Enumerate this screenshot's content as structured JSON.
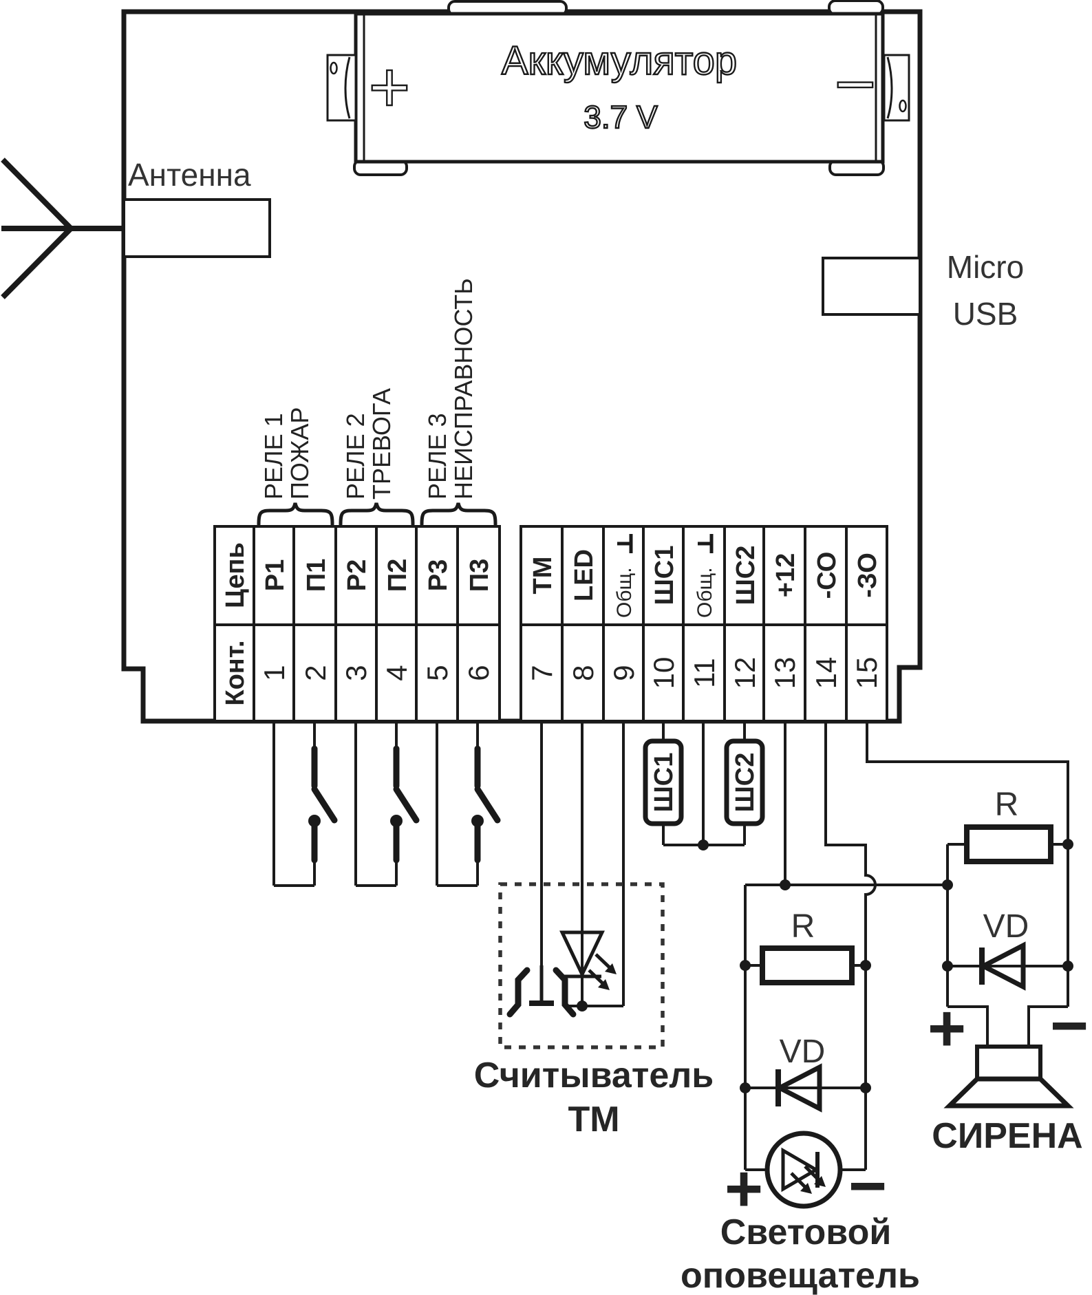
{
  "battery": {
    "label": "Аккумулятор",
    "voltage": "3.7 V",
    "plus": "+",
    "minus": "−"
  },
  "antenna": {
    "label": "Антенна"
  },
  "usb": {
    "line1": "Micro",
    "line2": "USB"
  },
  "relay_labels": [
    {
      "line1": "РЕЛЕ 1",
      "line2": "ПОЖАР"
    },
    {
      "line1": "РЕЛЕ 2",
      "line2": "ТРЕВОГА"
    },
    {
      "line1": "РЕЛЕ 3",
      "line2": "НЕИСПРАВНОСТЬ"
    }
  ],
  "terminals": {
    "circuit_header": "Цепь",
    "contact_header": "Конт.",
    "group1": {
      "circuits": [
        "Р1",
        "П1",
        "Р2",
        "П2",
        "Р3",
        "П3"
      ],
      "contacts": [
        "1",
        "2",
        "3",
        "4",
        "5",
        "6"
      ]
    },
    "group2": {
      "circuits": [
        "ТМ",
        "LED",
        "Общ.",
        "ШС1",
        "Общ.",
        "ШС2",
        "+12",
        "-СО",
        "-ЗО"
      ],
      "contacts": [
        "7",
        "8",
        "9",
        "10",
        "11",
        "12",
        "13",
        "14",
        "15"
      ]
    }
  },
  "components": {
    "shs1": "ШС1",
    "shs2": "ШС2",
    "tm_reader": {
      "line1": "Считыватель",
      "line2": "ТМ"
    },
    "light_annunciator": {
      "resistor": "R",
      "diode": "VD",
      "plus": "+",
      "minus": "−",
      "line1": "Световой",
      "line2": "оповещатель"
    },
    "siren": {
      "resistor": "R",
      "diode": "VD",
      "plus": "+",
      "minus": "−",
      "label": "СИРЕНА"
    }
  },
  "colors": {
    "line": "#1a1a1a",
    "text_dark": "#222222",
    "text_gray": "#333333"
  }
}
